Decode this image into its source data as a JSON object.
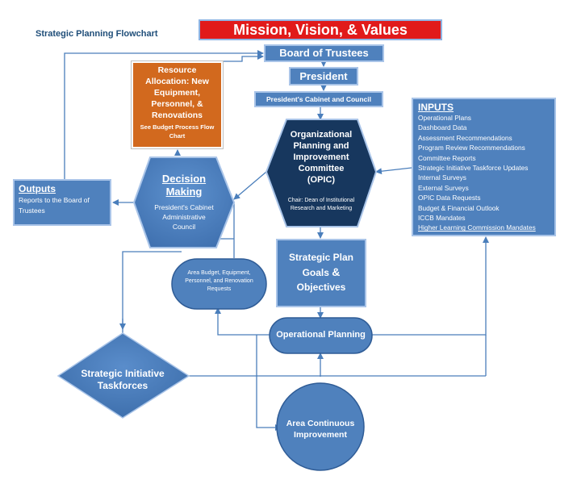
{
  "title": "Strategic Planning Flowchart",
  "mission": "Mission, Vision, & Values",
  "board": "Board of Trustees",
  "president": "President",
  "cabinet": "President's Cabinet and Council",
  "resource": {
    "line1": "Resource",
    "line2": "Allocation:  New",
    "line3": "Equipment,",
    "line4": "Personnel, &",
    "line5": "Renovations",
    "sub1": "See Budget Process Flow",
    "sub2": "Chart"
  },
  "opic": {
    "line1": "Organizational",
    "line2": "Planning and",
    "line3": "Improvement",
    "line4": "Committee",
    "line5": "(OPIC)",
    "chair1": "Chair: Dean of Institutional",
    "chair2": "Research and Marketing"
  },
  "decision": {
    "line1": "Decision",
    "line2": "Making",
    "sub1": "President's Cabinet",
    "sub2": "Administrative",
    "sub3": "Council"
  },
  "outputs": {
    "heading": "Outputs",
    "line1": "Reports to the Board of",
    "line2": "Trustees"
  },
  "inputs": {
    "heading": "INPUTS",
    "items": [
      "Operational Plans",
      "Dashboard Data",
      "Assessment Recommendations",
      "Program Review Recommendations",
      "Committee Reports",
      "Strategic Initiative Taskforce Updates",
      "Internal Surveys",
      "External Surveys",
      "OPIC Data Requests",
      "Budget & Financial Outlook",
      "ICCB Mandates",
      "Higher Learning Commission Mandates"
    ]
  },
  "area_budget": {
    "line1": "Area Budget, Equipment,",
    "line2": "Personnel, and Renovation",
    "line3": "Requests"
  },
  "strategic_plan": {
    "line1": "Strategic Plan",
    "line2a": "Goals ",
    "amp": "&",
    "line3": "Objectives"
  },
  "operational": "Operational Planning",
  "taskforces": {
    "line1": "Strategic Initiative",
    "line2": "Taskforces"
  },
  "continuous": {
    "line1": "Area Continuous",
    "line2": "Improvement"
  },
  "colors": {
    "box": "#4F81BD",
    "dark": "#17375E",
    "orange": "#D2691E",
    "red": "#E11A1A",
    "line": "#4A7EBB"
  }
}
